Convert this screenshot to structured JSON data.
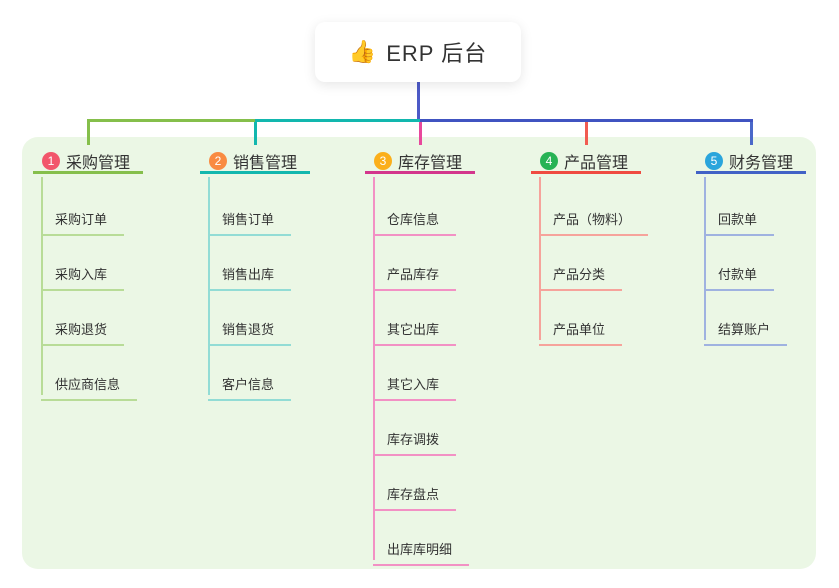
{
  "root": {
    "label": "ERP 后台",
    "emoji": "👍"
  },
  "branches": [
    {
      "num": "1",
      "label": "采购管理",
      "badge_color": "#f2566b",
      "line_color": "#85bf4b",
      "drop_color": "#85bf4b",
      "child_line_color": "#b8dc97",
      "children": [
        "采购订单",
        "采购入库",
        "采购退货",
        "供应商信息"
      ]
    },
    {
      "num": "2",
      "label": "销售管理",
      "badge_color": "#f98b41",
      "line_color": "#12b7ae",
      "drop_color": "#12b7ae",
      "child_line_color": "#92dcd5",
      "children": [
        "销售订单",
        "销售出库",
        "销售退货",
        "客户信息"
      ]
    },
    {
      "num": "3",
      "label": "库存管理",
      "badge_color": "#fbaf1b",
      "line_color": "#d3368c",
      "drop_color": "#e8489c",
      "child_line_color": "#f291c4",
      "children": [
        "仓库信息",
        "产品库存",
        "其它出库",
        "其它入库",
        "库存调拨",
        "库存盘点",
        "出库库明细"
      ]
    },
    {
      "num": "4",
      "label": "产品管理",
      "badge_color": "#27b355",
      "line_color": "#ef4b41",
      "drop_color": "#f15b51",
      "child_line_color": "#f6a39b",
      "children": [
        "产品（物料）",
        "产品分类",
        "产品单位"
      ]
    },
    {
      "num": "5",
      "label": "财务管理",
      "badge_color": "#2aa5dc",
      "line_color": "#4162c6",
      "drop_color": "#4a68c9",
      "child_line_color": "#9fb2e0",
      "children": [
        "回款单",
        "付款单",
        "结算账户"
      ]
    }
  ],
  "colors": {
    "panel_bg": "#ebf7e5",
    "root_drop": "#4d5ac7",
    "connector_left_green": "#85bf4b",
    "connector_mid_teal": "#12b7ae",
    "connector_right_blue": "#4053c1",
    "text": "#333333"
  }
}
